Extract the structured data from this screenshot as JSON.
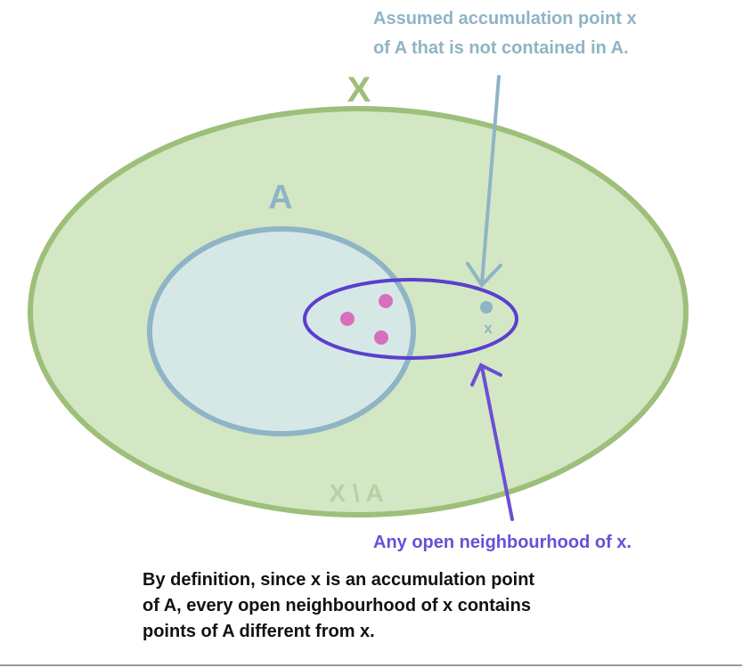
{
  "labels": {
    "x_set": "X",
    "a_set": "A",
    "complement": "X \\ A",
    "point": "x"
  },
  "annotations": {
    "assumed_line1": "Assumed accumulation point x",
    "assumed_line2": "of A that is not contained in A.",
    "neighbourhood": "Any open neighbourhood of x."
  },
  "caption": {
    "line1": "By definition, since x is an accumulation point",
    "line2": "of A, every open neighbourhood of x contains",
    "line3": "points of A different from x."
  },
  "colors": {
    "x_fill": "#d3e7c4",
    "x_stroke": "#9dbf7a",
    "a_fill": "#d6e8e6",
    "a_stroke": "#8fb4c6",
    "neighbourhood_stroke": "#5a3fcf",
    "points": "#d86fbd",
    "annotation_blue": "#8fb4c6",
    "annotation_purple": "#6a4fd6",
    "complement_text": "#b9cfa5"
  }
}
